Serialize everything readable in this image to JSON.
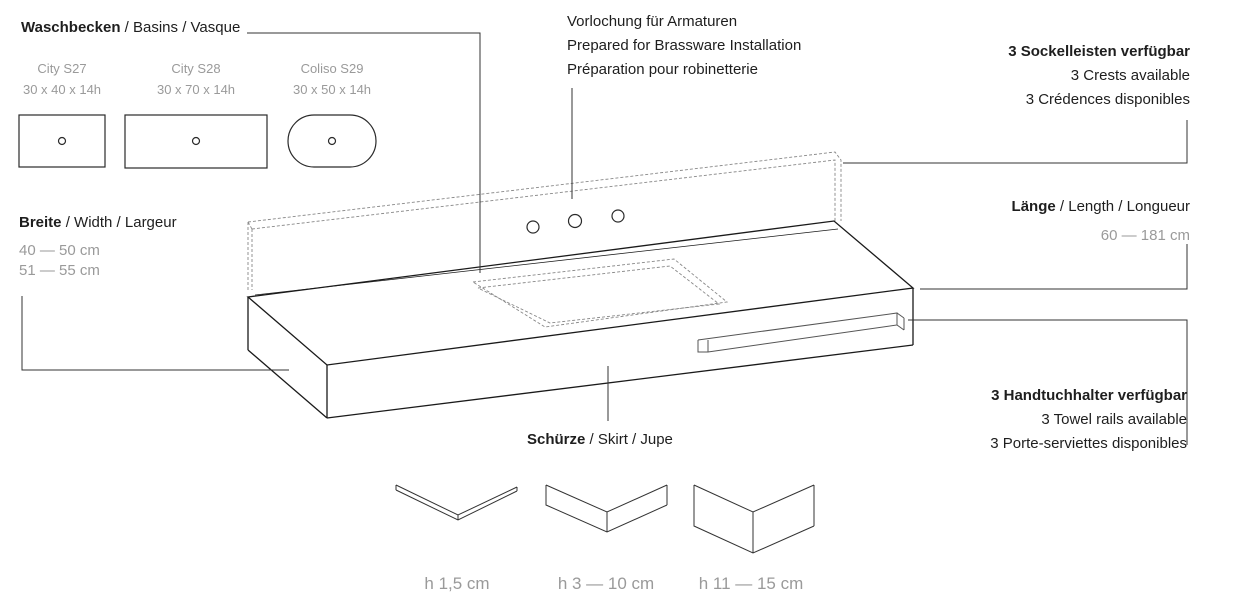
{
  "basins": {
    "title_bold": "Waschbecken",
    "title_rest": " / Basins / Vasque",
    "items": [
      {
        "name": "City S27",
        "size": "30 x 40 x 14h"
      },
      {
        "name": "City S28",
        "size": "30 x 70 x 14h"
      },
      {
        "name": "Coliso S29",
        "size": "30 x 50 x 14h"
      }
    ]
  },
  "brassware": {
    "line1": "Vorlochung für Armaturen",
    "line2": "Prepared for Brassware Installation",
    "line3": "Préparation pour robinetterie"
  },
  "crests": {
    "line1": "3 Sockelleisten verfügbar",
    "line2": "3 Crests available",
    "line3": "3 Crédences disponibles"
  },
  "width": {
    "title_bold": "Breite",
    "title_rest": " / Width / Largeur",
    "range1": "40 — 50 cm",
    "range2": "51 — 55 cm"
  },
  "length": {
    "title_bold": "Länge",
    "title_rest": " / Length / Longueur",
    "range": "60 — 181 cm"
  },
  "towel": {
    "line1": "3 Handtuchhalter verfügbar",
    "line2": "3 Towel rails available",
    "line3": "3 Porte-serviettes disponibles"
  },
  "skirt": {
    "title_bold": "Schürze",
    "title_rest": " / Skirt / Jupe",
    "options": [
      "h 1,5 cm",
      "h 3 — 10 cm",
      "h 11 — 15 cm"
    ]
  }
}
